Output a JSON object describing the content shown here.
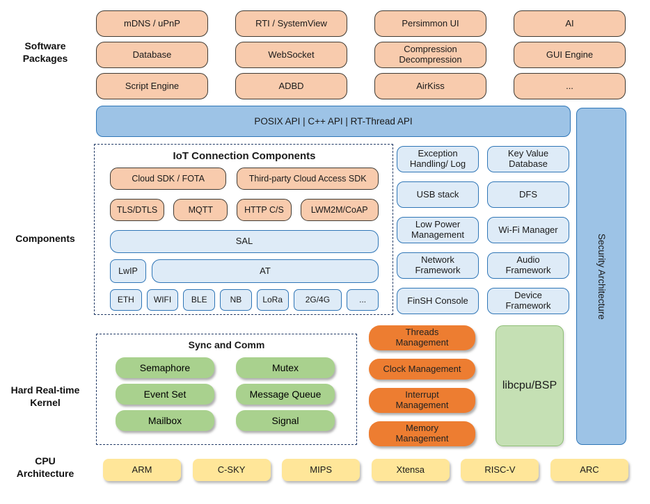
{
  "side_labels": {
    "software_packages": "Software\nPackages",
    "components": "Components",
    "kernel": "Hard Real-time\nKernel",
    "cpu": "CPU\nArchitecture"
  },
  "software_packages": {
    "items": [
      "mDNS / uPnP",
      "RTI / SystemView",
      "Persimmon UI",
      "AI",
      "Database",
      "WebSocket",
      "Compression Decompression",
      "GUI Engine",
      "Script Engine",
      "ADBD",
      "AirKiss",
      "..."
    ]
  },
  "api_bar": {
    "label": "POSIX API  |  C++ API  |  RT-Thread API"
  },
  "security_bar": {
    "label": "Security Architecture"
  },
  "iot": {
    "title": "IoT Connection Components",
    "cloud_row": [
      "Cloud SDK / FOTA",
      "Third-party Cloud Access SDK"
    ],
    "protocol_row": [
      "TLS/DTLS",
      "MQTT",
      "HTTP C/S",
      "LWM2M/CoAP"
    ],
    "sal": "SAL",
    "lwip": "LwIP",
    "at": "AT",
    "links": [
      "ETH",
      "WIFI",
      "BLE",
      "NB",
      "LoRa",
      "2G/4G",
      "..."
    ]
  },
  "services": {
    "items": [
      "Exception Handling/ Log",
      "Key Value Database",
      "USB stack",
      "DFS",
      "Low Power Management",
      "Wi-Fi Manager",
      "Network Framework",
      "Audio Framework",
      "FinSH Console",
      "Device Framework"
    ]
  },
  "kernel": {
    "sync_title": "Sync and Comm",
    "sync_items": [
      "Semaphore",
      "Mutex",
      "Event Set",
      "Message Queue",
      "Mailbox",
      "Signal"
    ],
    "management": [
      "Threads Management",
      "Clock Management",
      "Interrupt Management",
      "Memory Management"
    ],
    "libcpu": "libcpu/BSP"
  },
  "cpu": {
    "items": [
      "ARM",
      "C-SKY",
      "MIPS",
      "Xtensa",
      "RISC-V",
      "ARC"
    ]
  },
  "colors": {
    "package_fill": "#F8CBAD",
    "api_fill": "#9DC3E6",
    "component_fill": "#DEEBF7",
    "component_border": "#2E75B6",
    "kernel_green": "#A9D18E",
    "management_orange": "#ED7D31",
    "libcpu_green": "#C5E0B4",
    "cpu_yellow": "#FFE699",
    "dashed_border": "#1F3864"
  }
}
